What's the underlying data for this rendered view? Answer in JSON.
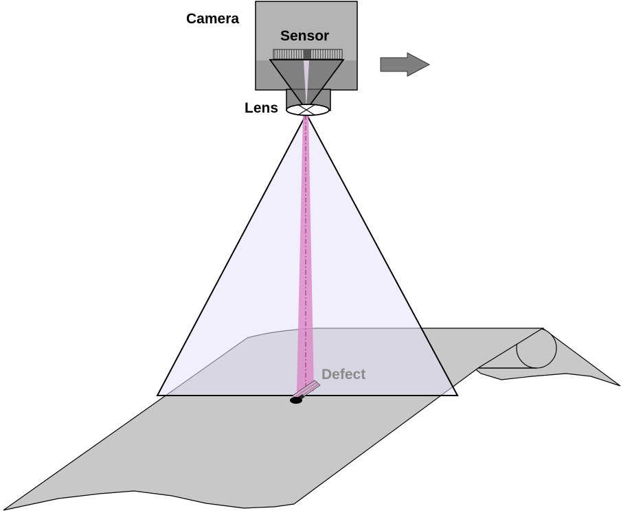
{
  "labels": {
    "camera": "Camera",
    "sensor": "Sensor",
    "lens": "Lens",
    "defect": "Defect"
  },
  "colors": {
    "web_fill": "#c8c8c8",
    "camera_body": "#b4b4b4",
    "lens_barrel": "#8c8c8c",
    "fov_fill": "#e6e1fa",
    "defect_ray": "#dc8cc8",
    "motion_arrow": "#7f7f7f",
    "defect_label": "#8a8a8a"
  },
  "icons": {
    "motion_direction": "right-arrow-icon"
  }
}
